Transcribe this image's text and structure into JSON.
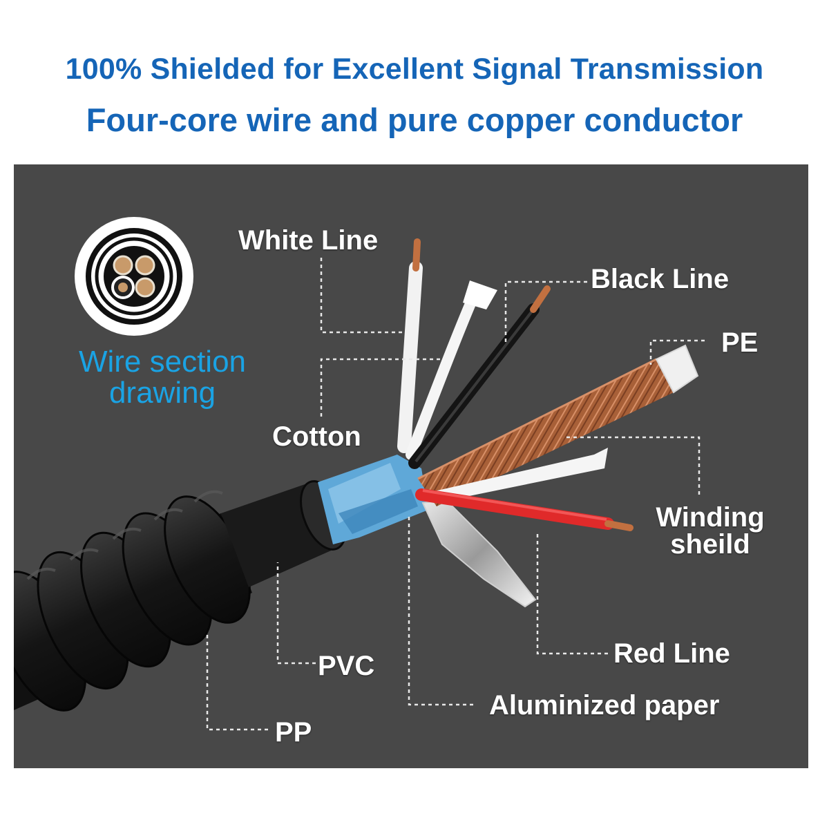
{
  "header": {
    "line1": "100% Shielded for Excellent Signal Transmission",
    "line2": "Four-core wire and pure copper conductor"
  },
  "section_drawing": {
    "caption": "Wire section drawing"
  },
  "labels": {
    "white_line": "White Line",
    "black_line": "Black Line",
    "pe": "PE",
    "cotton": "Cotton",
    "winding_shield": "Winding sheild",
    "red_line": "Red Line",
    "pvc": "PVC",
    "aluminized_paper": "Aluminized paper",
    "pp": "PP"
  },
  "colors": {
    "title": "#1565b7",
    "caption": "#1aa3e4",
    "panel": "#484848",
    "copper": "#b87048",
    "red_wire": "#e02a2a",
    "foil_blue": "#5fa8d8"
  }
}
